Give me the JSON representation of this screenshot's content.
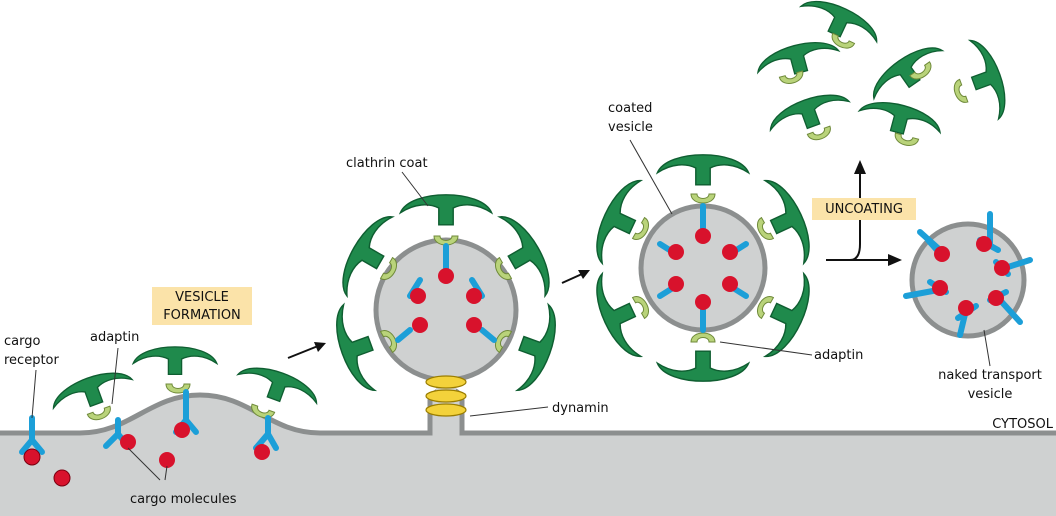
{
  "labels": {
    "cargo_receptor": [
      "cargo",
      "receptor"
    ],
    "adaptin_left": "adaptin",
    "cargo_molecules": "cargo molecules",
    "vesicle_formation": [
      "VESICLE",
      "FORMATION"
    ],
    "clathrin_coat": "clathrin coat",
    "dynamin": "dynamin",
    "coated_vesicle": [
      "coated",
      "vesicle"
    ],
    "adaptin_right": "adaptin",
    "uncoating": "UNCOATING",
    "naked_transport_vesicle": [
      "naked transport",
      "vesicle"
    ],
    "cytosol": "CYTOSOL"
  },
  "colors": {
    "membrane": "#cfd1d1",
    "membrane_edge": "#8c8f8f",
    "clathrin": "#1f8a4c",
    "clathrin_dark": "#0f5e31",
    "adaptin": "#b9d37a",
    "receptor": "#1c9fd8",
    "cargo": "#d8122c",
    "dynamin": "#f3d23b",
    "label_box": "#fbe3a9"
  }
}
